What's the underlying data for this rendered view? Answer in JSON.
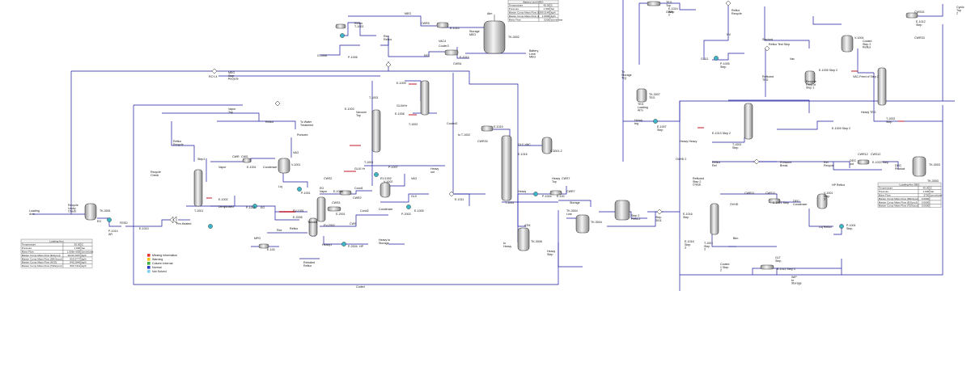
{
  "streams_labels": {
    "meg": "MEG",
    "cwr5": "CWR5",
    "e1014": "E-1014",
    "storage_meg": "Storage\nMEG",
    "atm": "Atm",
    "tk3002": "TK-3002",
    "reflux_t1003": "Reflux\nT-1003",
    "rec_reflux": "Rec\nReflux",
    "p1006": "P-1006",
    "g1006": "G-1006",
    "vacc": "VAC4",
    "cooler3": "Cooler3",
    "e1012": "E-1012",
    "cws4": "CWS4",
    "battery_limit_meg": "Battery\nLimit\nMEG",
    "re1": "RE1",
    "rcy4": "RCY-4",
    "meg_step_recycle": "MEG\nStep\nRecycle",
    "vapor_top": "Vapor\nTop",
    "reflux": "Reflux",
    "to_water_treatment": "To Water\nTreatment",
    "purkoed": "Purkoed",
    "vag": "VAG",
    "reflux_recycle": "Reflux\nRecycle",
    "cwr": "CWR",
    "cws": "CWS",
    "e1001": "E-1001",
    "condenser": "Condenser",
    "v1001": "V-1001",
    "recycle_check": "Recycle\nCheck",
    "step1": "Step1",
    "vapor": "Vapor",
    "liq": "Liq",
    "p1001": "P-1001",
    "t1001": "T-1001",
    "e1002": "E-1002",
    "dehydrated": "Dehydrated",
    "p1002": "P-1002",
    "eg": "EG",
    "loading_arm": "Loading\nArm",
    "recycle_undry": "Recycle\nUndry\nCheck",
    "tk3001": "TK-3001",
    "eg_left": "EG",
    "p1014": "P-1014\nAR",
    "feed": "FEED",
    "e1010": "E-1010",
    "pre_heated": "Pre-Heated",
    "e1003": "E-1003",
    "vacuum_top": "Vacuum\nTop",
    "t1003": "T-1003",
    "t1003b": "T-1003",
    "e1009": "E-1009",
    "glixhr": "GLIXrHr",
    "t1002": "T-1002",
    "e1008": "E-1008",
    "glix_hr": "GLIX Hr",
    "e1004": "E-1004",
    "eg_vapor": "EG\nVapor",
    "cws2": "CWS2",
    "cwr2": "CWR2",
    "cond1": "Cond1",
    "ev1001": "EV-1001",
    "e2006": "E-2006",
    "cws3": "CWS3",
    "e2001": "E-2001",
    "heavy1": "Heavy1",
    "ev2002": "EV-2002",
    "cond2": "Cond2",
    "cws_b": "CWS",
    "condenser2": "Condenser",
    "tanoed": "Tanoed",
    "ev1002": "EV-1002",
    "v1002": "V-1002",
    "p1007": "P-1007",
    "heavy_out": "Heavy\nout",
    "vag2": "VAG",
    "glx": "GLX",
    "e1005": "E-1005",
    "p2003": "P-2003",
    "e1011": "E-1011",
    "mpg": "MPG",
    "reflux2": "Reflux",
    "p2004": "P-2004",
    "hp": "HP",
    "heavy_storage": "Heavy to\nStorage",
    "rbx": "Rbx",
    "e100": "E-100",
    "reboiled_reflux": "Reboiled\nReflux",
    "coded": "Coded",
    "cooled2": "Cooled2",
    "toT1002": "to T-1002",
    "atm2": "ATM",
    "tk3006": "TK-3006",
    "heavy_to": "to\nHeavy",
    "heavy_step": "Heavy\nStep",
    "cwr33": "CWR33",
    "e1015": "E-1015",
    "glc_vac": "GLC-VAC",
    "e1016": "E-1016",
    "v3001": "V-3001-2",
    "t1004": "T-1004",
    "p1004": "P-1004",
    "heavy_p": "Heavy",
    "heavy_top": "Heavy\nTop",
    "e1000": "E-100",
    "cws7": "CWS7",
    "cwr7": "CWR7",
    "storage": "Storage",
    "tk3004": "TK-3004\nLine",
    "tk3004b": "TK-3004",
    "step2_feed": "Step 2\nFeed-2",
    "stk": "Step\n3011",
    "e1016b": "E-1016\nStep",
    "heavy_step2": "Heavy Heavy",
    "tk3007": "TK-3007\nTEG",
    "teg_loading": "TEG\nLoading\nArm",
    "heavy_teg": "Heavy\nteg",
    "e1007": "E-1007\nStep",
    "ovhd2": "OVHD 2",
    "e1013": "E-1013 Step 2",
    "t1003s": "T-1003\nStep",
    "refluxed_teg": "Refluxed\nTEG",
    "e1014s": "E-1014\nStep\n2",
    "teg": "TEG",
    "top": "Top",
    "gwr": "GWR",
    "to_storage_teg": "To\nStorage\nTeg",
    "reflux_recycle2": "Reflux\nRecycle",
    "nv": "NV",
    "vac_lbl": "Vac",
    "p1005": "P-1005\nStep",
    "g111": "G-111",
    "stacked": "Stacked",
    "reflux_test_step": "Reflux Test Step",
    "recycle_feed": "Recycle\nFeed of\nStep 1",
    "e1005s2": "E-1005 Step 2",
    "e1009s2": "E-1009 Step 2",
    "vac_feed": "VAC-Feed of Step 2",
    "heavy_teg2": "Heavy TEG",
    "t1002s": "T-1002\nStep",
    "v1004": "V-1004",
    "cooled_step2": "Cooled\nStep 2\nReflux",
    "cws33": "CWS33",
    "e1012s": "E-1012\nStep",
    "cwr33b": "CWR33",
    "cyclic": "Cyclic\nTop\n2",
    "reflux_ref": "Reflux\nRef",
    "pressure_break": "Pressure\nBreak",
    "ref_recycle": "Ref\nRecycle",
    "refluxed_step2": "Refluxed\nStep 2\nCheck",
    "cwr11": "CWR11",
    "cws11": "CWS11",
    "deg_cond": "DEG\nCondenser",
    "e1021": "E-1021 Step",
    "v1001s": "V-1001\nStep\n3",
    "hp_reflux": "HP Reflux",
    "liq_reflux": "Liq Reflux",
    "p1001s": "P-1001\nStep",
    "t1001s": "T-1001\nStep\n3",
    "ovhd": "OVHD",
    "btm": "Btm",
    "e1016s": "E-1016\nStep\n3",
    "cwr12": "CWR12",
    "cws12": "CWS12",
    "e1023": "E-1023 Step",
    "deg_out": "DEG\nout",
    "deg_product": "DEG\nProduct",
    "tk3003": "TK-3003",
    "cooled_step": "Cooled\n1 Step\n2",
    "glt_step": "GLT\nStep",
    "e1011s3": "E-1011 Step 3",
    "wip_storage": "WIP\nto\nStorage",
    "tk3003b": "TK-3003\nLoading\nArm\nDEG"
  },
  "tables": {
    "battery_limit": {
      "title": "Battery Limit MEG",
      "rows": [
        [
          "Temperature",
          "40.00",
          "C"
        ],
        [
          "Pressure",
          "1.000",
          "bar"
        ],
        [
          "Master Comp Mass Flow (EGlycol)",
          "399.3149",
          "kg/h"
        ],
        [
          "Master Comp Mass Flow (EGlycol)",
          "1.0000",
          "kg/h"
        ],
        [
          "Mass Flow",
          "5200",
          "tonne/year"
        ]
      ]
    },
    "loading_arm_left": {
      "title": "Loading Arm",
      "rows": [
        [
          "Temperature",
          "30.00",
          "C"
        ],
        [
          "Pressure",
          "1.000",
          "bar"
        ],
        [
          "Mass Flow",
          "1.006e+005",
          "tonne/year"
        ],
        [
          "Master Comp Mass Flow (EGlycol)",
          "11141.2067",
          "kg/h"
        ],
        [
          "Master Comp Mass Flow (DEGlycol)",
          "825.5777",
          "kg/h"
        ],
        [
          "Master Comp Mass Flow (H2O)",
          "845.2846",
          "kg/h"
        ],
        [
          "Master Comp Mass Flow (TEGlycol)",
          "809.7411",
          "kg/h"
        ]
      ]
    },
    "loading_arm_deg": {
      "title": "Loading Arm DEG",
      "rows": [
        [
          "Temperature",
          "40.00",
          "C"
        ],
        [
          "Pressure",
          "1.000",
          "bar"
        ],
        [
          "Mass Flow",
          "3750",
          "tonne/year"
        ],
        [
          "Master Comp Mass Flow (DEGlycol)",
          "0.0000",
          ""
        ],
        [
          "Master Comp Mass Flow (EGlycol)",
          "0.0000",
          ""
        ],
        [
          "Master Comp Mass Flow (TEGlycol)",
          "0.0000",
          ""
        ]
      ]
    }
  },
  "legend": {
    "items": [
      {
        "label": "Missing Information",
        "color": "#e53935"
      },
      {
        "label": "Warning",
        "color": "#f4c20d"
      },
      {
        "label": "Column Internal",
        "color": "#3bb143"
      },
      {
        "label": "Normal",
        "color": "#2d3cc8"
      },
      {
        "label": "Not Solved",
        "color": "#7fd3f0"
      }
    ]
  },
  "colors": {
    "stream": "#1a1aa0",
    "pump": "#3fb6c8",
    "energy": "#c0182b"
  }
}
